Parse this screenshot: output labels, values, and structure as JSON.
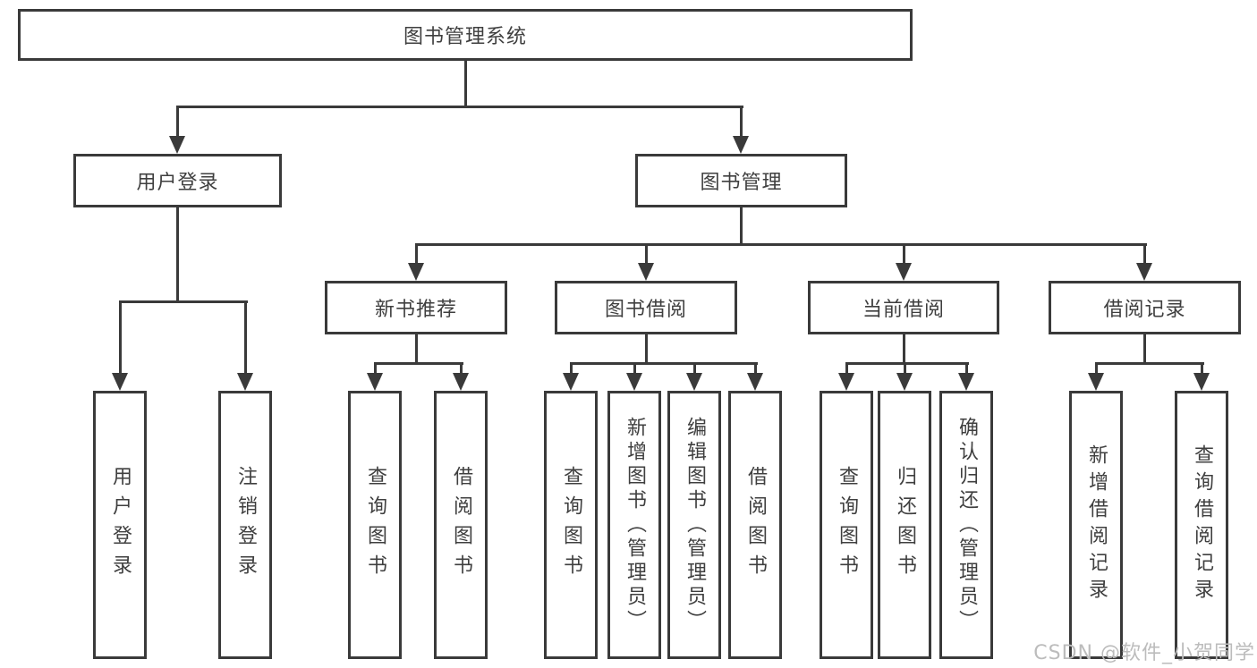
{
  "diagram": {
    "title": "图书管理系统",
    "level1": [
      {
        "label": "用户登录"
      },
      {
        "label": "图书管理"
      }
    ],
    "level2": [
      {
        "label": "新书推荐"
      },
      {
        "label": "图书借阅"
      },
      {
        "label": "当前借阅"
      },
      {
        "label": "借阅记录"
      }
    ],
    "leaves": [
      {
        "label": "用户登录"
      },
      {
        "label": "注销登录"
      },
      {
        "label": "查询图书"
      },
      {
        "label": "借阅图书"
      },
      {
        "label": "查询图书"
      },
      {
        "label": "新增图书（管理员）"
      },
      {
        "label": "编辑图书（管理员）"
      },
      {
        "label": "借阅图书"
      },
      {
        "label": "查询图书"
      },
      {
        "label": "归还图书"
      },
      {
        "label": "确认归还（管理员）"
      },
      {
        "label": "新增借阅记录"
      },
      {
        "label": "查询借阅记录"
      }
    ]
  },
  "watermark": {
    "text": "CSDN @软件_小贺同学"
  },
  "colors": {
    "line": "#3a3a3a",
    "text": "#3f3f3f",
    "background": "#ffffff",
    "watermark": "#bcbcbc"
  }
}
